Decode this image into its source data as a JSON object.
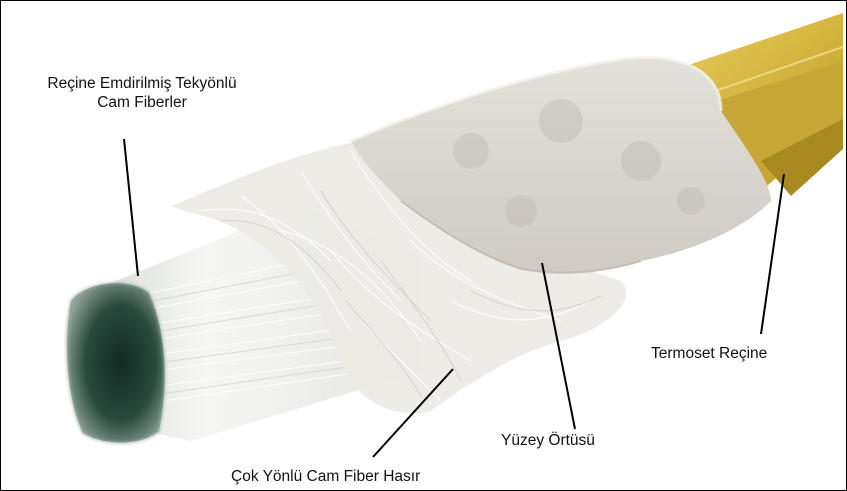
{
  "labels": {
    "resin_fibers_line1": "Reçine Emdirilmiş Tekyönlü",
    "resin_fibers_line2": "Cam Fiberler",
    "thermoset_resin": "Termoset Reçine",
    "surface_veil": "Yüzey Örtüsü",
    "multi_mat": "Çok Yönlü Cam Fiber Hasır"
  },
  "colors": {
    "profile_yellow": "#d8b94a",
    "profile_shadow": "#a98a22",
    "veil": "#dcd8d0",
    "mat_fibers": "#ecebe6",
    "fiber_core": "#f2f3f1",
    "fiber_tip_dark": "#1f3a30"
  }
}
